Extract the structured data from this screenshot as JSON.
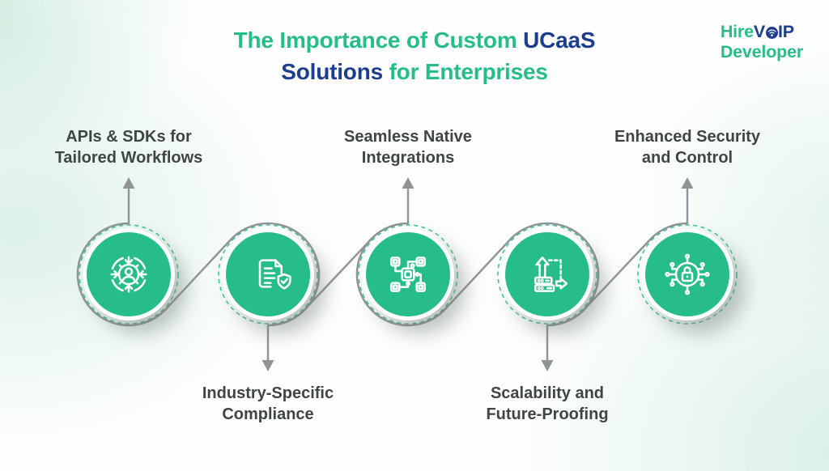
{
  "title": {
    "line1_green": "The Importance of Custom ",
    "line1_navy": "UCaaS",
    "line2_navy": "Solutions ",
    "line2_green": "for Enterprises"
  },
  "logo": {
    "hire": "Hire",
    "v": "V",
    "ip": "IP",
    "developer": "Developer",
    "o_icon": "wifi-signal-icon"
  },
  "steps": [
    {
      "id": 1,
      "label_line1": "APIs & SDKs for",
      "label_line2": "Tailored Workflows",
      "label_position": "top",
      "icon": "gear-user-sync-icon"
    },
    {
      "id": 2,
      "label_line1": "Industry-Specific",
      "label_line2": "Compliance",
      "label_position": "bottom",
      "icon": "document-shield-check-icon"
    },
    {
      "id": 3,
      "label_line1": "Seamless Native",
      "label_line2": "Integrations",
      "label_position": "top",
      "icon": "chip-network-icon"
    },
    {
      "id": 4,
      "label_line1": "Scalability and",
      "label_line2": "Future-Proofing",
      "label_position": "bottom",
      "icon": "server-scale-arrows-icon"
    },
    {
      "id": 5,
      "label_line1": "Enhanced Security",
      "label_line2": "and Control",
      "label_position": "top",
      "icon": "lock-circuit-icon"
    }
  ],
  "colors": {
    "green": "#26bd8b",
    "navy": "#1d3d8e",
    "label_text": "#3f4447",
    "connector_gray": "#909496",
    "dashed_ring": "#2fbd8d",
    "circle_fill": "#26bd8b"
  }
}
